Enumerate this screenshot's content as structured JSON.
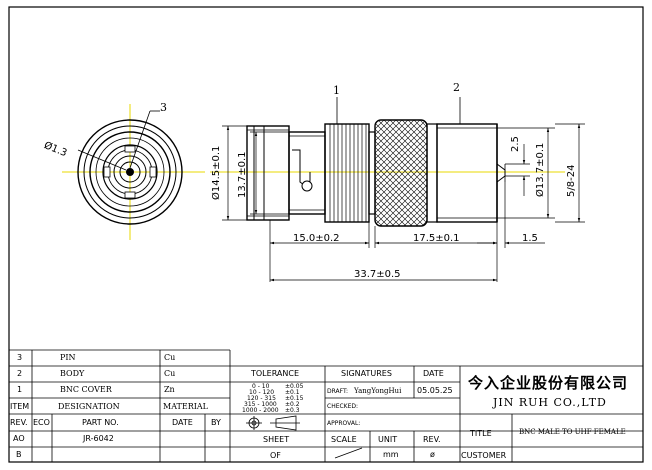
{
  "views": {
    "callouts": [
      "1",
      "2",
      "3"
    ],
    "dims": {
      "pin_dia": "Ø1.3",
      "d145": "Ø14.5±0.1",
      "d137_left": "13.7±0.1",
      "d137_right": "Ø13.7±0.1",
      "thread": "5/8-24",
      "gap25": "2.5",
      "len15": "15.0±0.2",
      "len175": "17.5±0.1",
      "len15b": "1.5",
      "total": "33.7±0.5"
    }
  },
  "bom": [
    {
      "item": "3",
      "designation": "PIN",
      "material": "Cu"
    },
    {
      "item": "2",
      "designation": "BODY",
      "material": "Cu"
    },
    {
      "item": "1",
      "designation": "BNC COVER",
      "material": "Zn"
    }
  ],
  "bom_headers": {
    "item": "ITEM",
    "designation": "DESIGNATION",
    "material": "MATERIAL"
  },
  "tolerance": {
    "title": "TOLERANCE",
    "rows": [
      {
        "range": "0 - 10",
        "tol": "±0.05"
      },
      {
        "range": "10 - 120",
        "tol": "±0.1"
      },
      {
        "range": "120 - 315",
        "tol": "±0.15"
      },
      {
        "range": "315 - 1000",
        "tol": "±0.2"
      },
      {
        "range": "1000 - 2000",
        "tol": "±0.3"
      }
    ]
  },
  "signatures": {
    "title": "SIGNATURES",
    "date_header": "DATE",
    "draft_label": "DRAFT:",
    "draft_name": "YangYongHui",
    "draft_date": "05.05.25",
    "checked_label": "CHECKED:",
    "approval_label": "APPROVAL:"
  },
  "company": {
    "name_cn": "今入企业股份有限公司",
    "name_en": "JIN RUH CO.,LTD"
  },
  "revision": {
    "rev_label": "REV.",
    "eco_label": "ECO",
    "part_no_label": "PART NO.",
    "date_label": "DATE",
    "by_label": "BY",
    "rows": [
      {
        "rev": "AO",
        "part_no": "JR-6042"
      },
      {
        "rev": "B",
        "part_no": ""
      }
    ]
  },
  "sheet": {
    "sheet_label": "SHEET",
    "sheet_value": "OF",
    "scale_label": "SCALE",
    "unit_label": "UNIT",
    "unit_value": "mm",
    "rev_label": "REV.",
    "rev_value": "ø"
  },
  "title_block": {
    "title_label": "TITLE",
    "title_value": "BNC MALE TO UHF FEMALE",
    "customer_label": "CUSTOMER"
  }
}
